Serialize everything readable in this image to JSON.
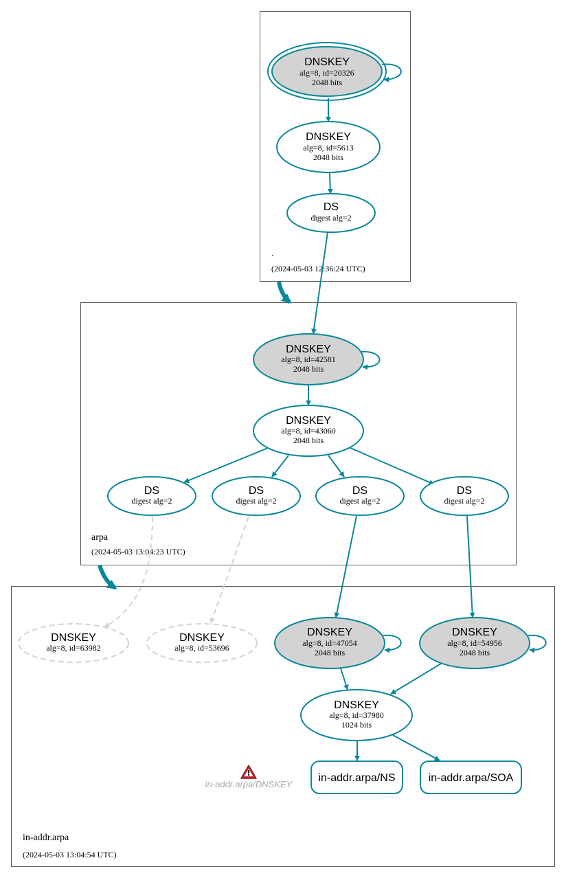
{
  "colors": {
    "edge": "#0a879a",
    "ksk_fill": "#d3d3d3",
    "ghost": "#d3d3d3",
    "zone_border": "#555555",
    "warning": "#c62828"
  },
  "zones": {
    "root": {
      "name": ".",
      "timestamp": "(2024-05-03 12:36:24 UTC)"
    },
    "arpa": {
      "name": "arpa",
      "timestamp": "(2024-05-03 13:04:23 UTC)"
    },
    "inaddr": {
      "name": "in-addr.arpa",
      "timestamp": "(2024-05-03 13:04:54 UTC)"
    }
  },
  "nodes": {
    "root_ksk": {
      "title": "DNSKEY",
      "line1": "alg=8, id=20326",
      "line2": "2048 bits"
    },
    "root_zsk": {
      "title": "DNSKEY",
      "line1": "alg=8, id=5613",
      "line2": "2048 bits"
    },
    "root_ds": {
      "title": "DS",
      "line1": "digest alg=2"
    },
    "arpa_ksk": {
      "title": "DNSKEY",
      "line1": "alg=8, id=42581",
      "line2": "2048 bits"
    },
    "arpa_zsk": {
      "title": "DNSKEY",
      "line1": "alg=8, id=43060",
      "line2": "2048 bits"
    },
    "arpa_ds1": {
      "title": "DS",
      "line1": "digest alg=2"
    },
    "arpa_ds2": {
      "title": "DS",
      "line1": "digest alg=2"
    },
    "arpa_ds3": {
      "title": "DS",
      "line1": "digest alg=2"
    },
    "arpa_ds4": {
      "title": "DS",
      "line1": "digest alg=2"
    },
    "ia_ghost1": {
      "title": "DNSKEY",
      "line1": "alg=8, id=63982"
    },
    "ia_ghost2": {
      "title": "DNSKEY",
      "line1": "alg=8, id=53696"
    },
    "ia_ksk1": {
      "title": "DNSKEY",
      "line1": "alg=8, id=47054",
      "line2": "2048 bits"
    },
    "ia_ksk2": {
      "title": "DNSKEY",
      "line1": "alg=8, id=54956",
      "line2": "2048 bits"
    },
    "ia_zsk": {
      "title": "DNSKEY",
      "line1": "alg=8, id=37980",
      "line2": "1024 bits"
    }
  },
  "rrsets": {
    "ns": "in-addr.arpa/NS",
    "soa": "in-addr.arpa/SOA"
  },
  "warning": {
    "icon": "warning-triangle-icon",
    "label": "in-addr.arpa/DNSKEY"
  }
}
